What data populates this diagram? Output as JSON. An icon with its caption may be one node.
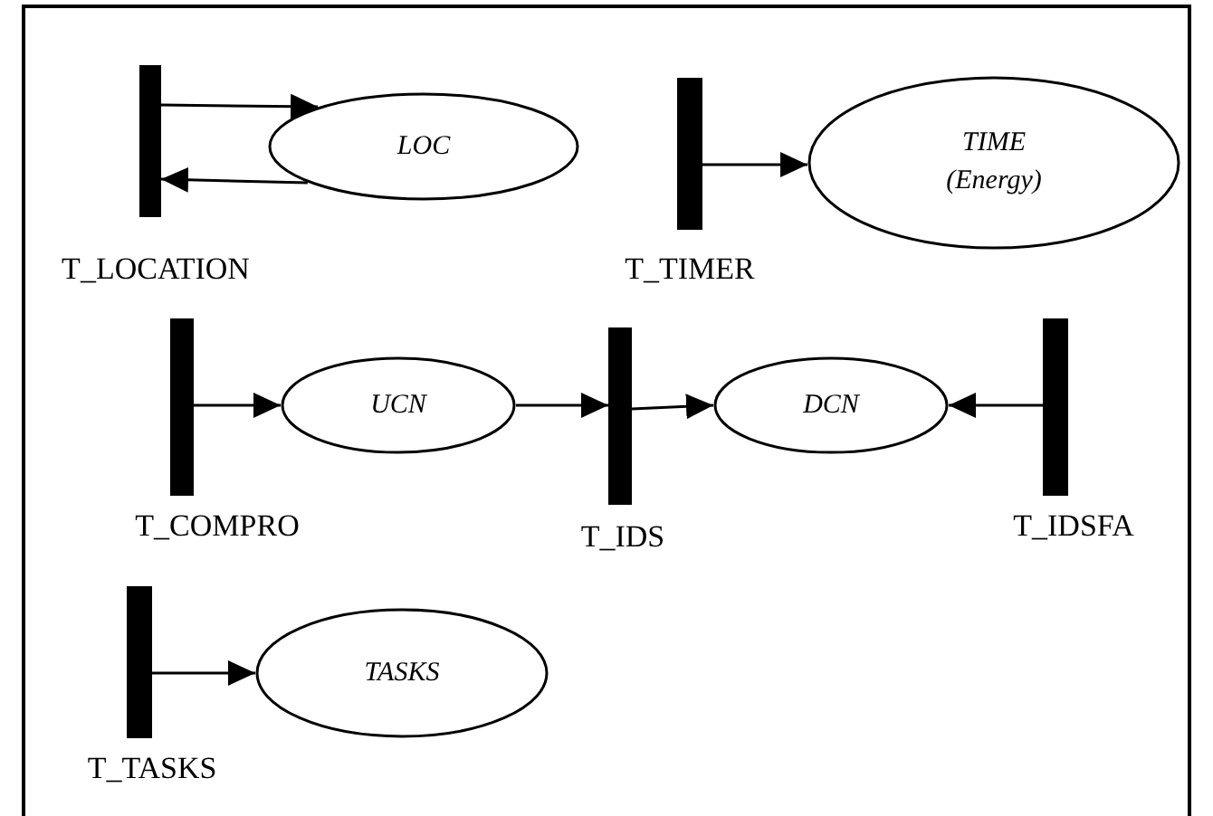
{
  "diagram": {
    "nodes": [
      {
        "text": [
          "T_LOCATION"
        ]
      },
      {
        "text": [
          "LOC"
        ]
      },
      {
        "text": [
          "T_TIMER"
        ]
      },
      {
        "text": [
          "TIME (Energy)"
        ]
      },
      {
        "text": [
          "T_COMPRO"
        ]
      },
      {
        "text": [
          "UCN"
        ]
      },
      {
        "text": [
          "T_IDS"
        ]
      },
      {
        "text": [
          "DCN"
        ]
      },
      {
        "text": [
          "T_IDSFA"
        ]
      },
      {
        "text": [
          "T_TASKS"
        ]
      },
      {
        "text": [
          "TASKS"
        ]
      }
    ],
    "edges": [
      {
        "from": 0,
        "to": 1,
        "arrow": "to"
      },
      {
        "from": 1,
        "to": 0,
        "arrow": "to"
      },
      {
        "from": 2,
        "to": 3,
        "arrow": "to"
      },
      {
        "from": 4,
        "to": 5,
        "arrow": "to"
      },
      {
        "from": 5,
        "to": 6,
        "arrow": "to"
      },
      {
        "from": 6,
        "to": 7,
        "arrow": "to"
      },
      {
        "from": 8,
        "to": 7,
        "arrow": "to"
      },
      {
        "from": 9,
        "to": 10,
        "arrow": "to"
      }
    ]
  }
}
